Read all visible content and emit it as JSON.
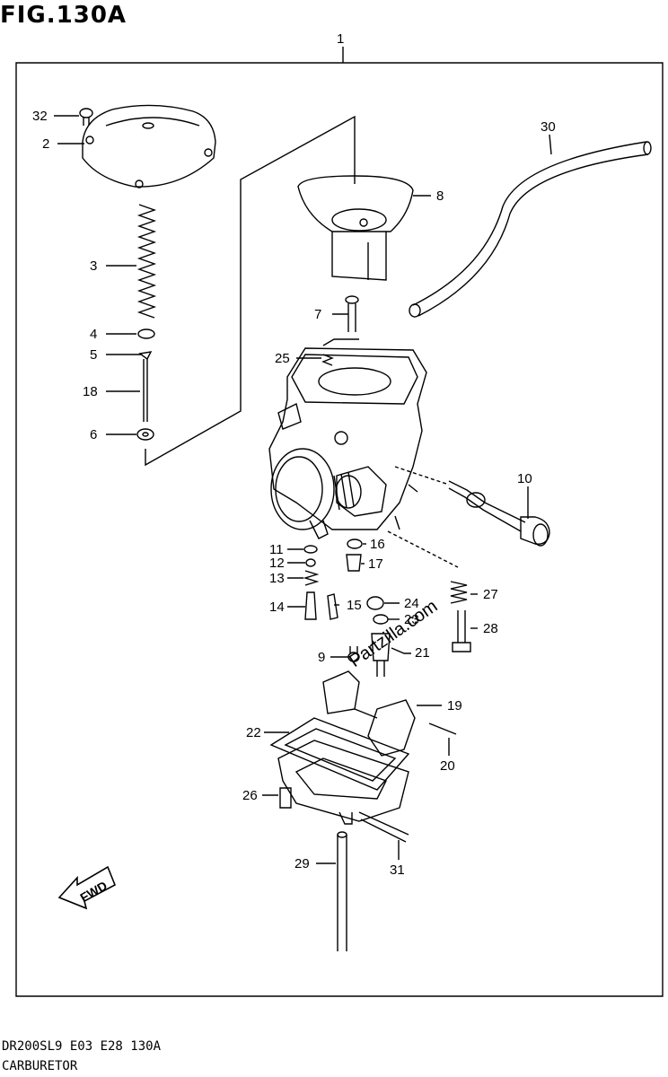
{
  "figure": {
    "title": "FIG.130A"
  },
  "footer": {
    "line1": "DR200SL9 E03 E28 130A",
    "line2": "CARBURETOR"
  },
  "watermark": "Partzilla.com",
  "fwd_label": "FWD",
  "callouts": [
    "1",
    "2",
    "3",
    "4",
    "5",
    "6",
    "7",
    "8",
    "9",
    "10",
    "11",
    "12",
    "13",
    "14",
    "15",
    "16",
    "17",
    "18",
    "19",
    "20",
    "21",
    "22",
    "23",
    "24",
    "25",
    "26",
    "27",
    "28",
    "29",
    "30",
    "31",
    "32"
  ]
}
